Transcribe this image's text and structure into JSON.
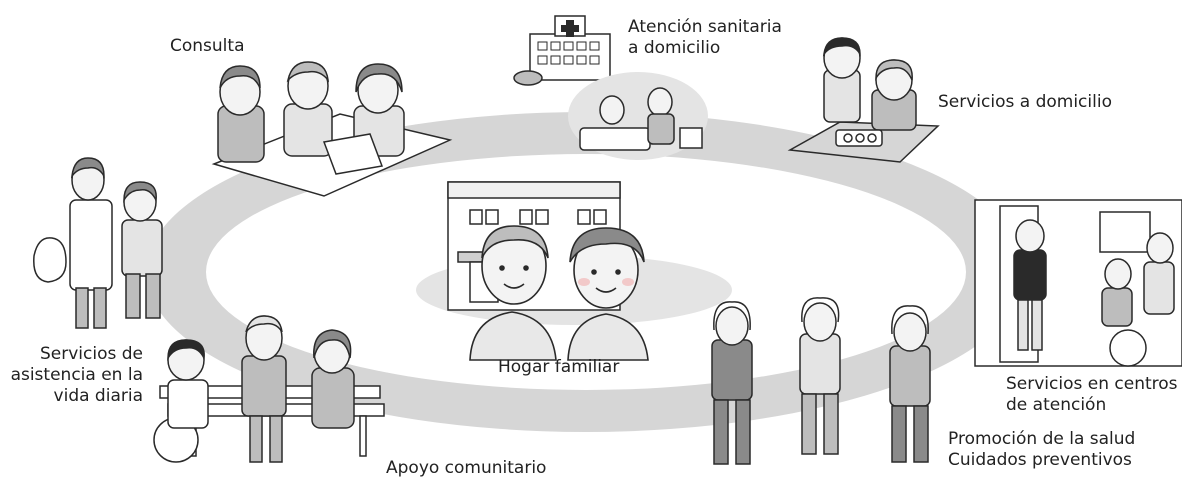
{
  "labels": {
    "consulta": "Consulta",
    "atencion_line1": "Atención sanitaria",
    "atencion_line2": "a domicilio",
    "servicios_domicilio": "Servicios a domicilio",
    "asistencia_line1": "Servicios de",
    "asistencia_line2": "asistencia en la",
    "asistencia_line3": "vida diaria",
    "hogar": "Hogar familiar",
    "centros_line1": "Servicios en centros",
    "centros_line2": "de atención",
    "promocion_line1": "Promoción de la salud",
    "promocion_line2": "Cuidados preventivos",
    "apoyo": "Apoyo comunitario"
  },
  "colors": {
    "ring": "#d6d6d6",
    "ring_inner": "#ffffff",
    "outline": "#2a2a2a",
    "skin": "#f3f3f3",
    "cloth_light": "#e4e4e4",
    "cloth_mid": "#bdbdbd",
    "cloth_dark": "#8a8a8a",
    "cheek": "#f2c9c9"
  }
}
